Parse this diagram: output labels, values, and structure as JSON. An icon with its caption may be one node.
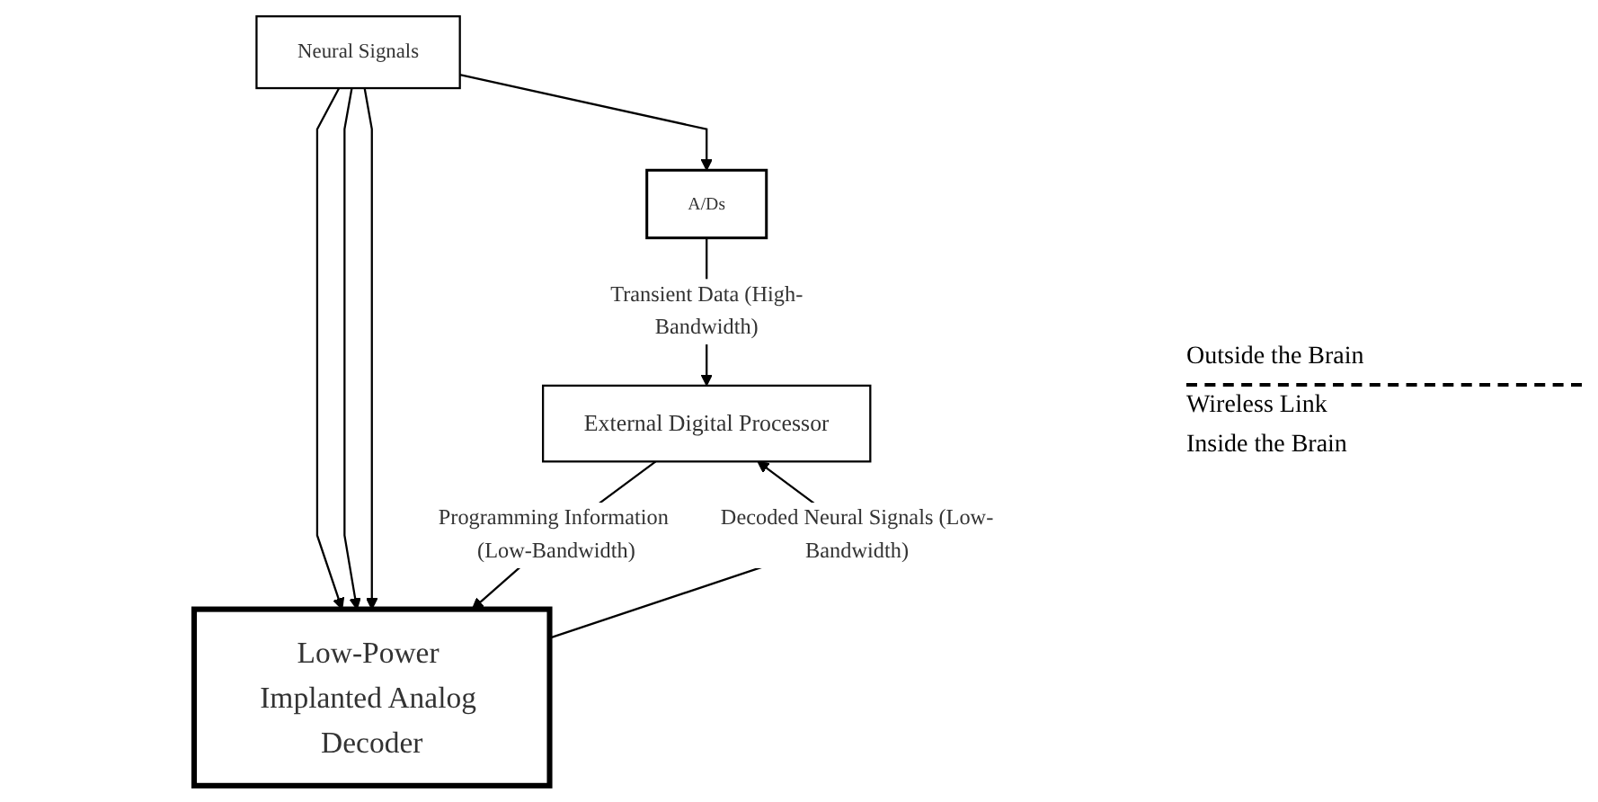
{
  "diagram": {
    "nodes": [
      {
        "text": [
          "External Digital Processor"
        ]
      },
      {
        "text": [
          "Low-Power Implanted Analog Decoder"
        ]
      },
      {
        "text": [
          "Neural Signals"
        ]
      },
      {
        "text": [
          "A/Ds"
        ]
      }
    ],
    "edges": [
      {
        "from": 0,
        "to": 1,
        "arrow": "to",
        "label": "Programming Information (Low-Bandwidth)"
      },
      {
        "from": 1,
        "to": 0,
        "arrow": "to",
        "label": "Decoded Neural Signals (Low-Bandwidth)"
      },
      {
        "from": 2,
        "to": 1,
        "arrow": "to"
      },
      {
        "from": 2,
        "to": 1,
        "arrow": "to"
      },
      {
        "from": 2,
        "to": 1,
        "arrow": "to"
      },
      {
        "from": 2,
        "to": 3,
        "arrow": "to"
      },
      {
        "from": 3,
        "to": 0,
        "arrow": "to",
        "label": "Transient Data (High-Bandwidth)"
      }
    ],
    "labels": [
      "Outside the Brain",
      "Wireless Link",
      "Inside the Brain"
    ]
  }
}
